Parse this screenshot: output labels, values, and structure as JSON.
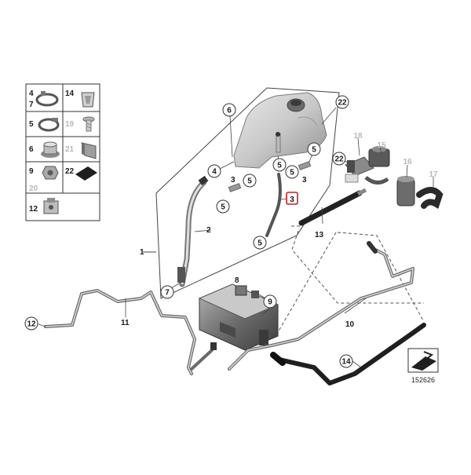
{
  "legend": {
    "cells": [
      {
        "top": "4",
        "bottom": "7",
        "icon": "hose-clamp-icon"
      },
      {
        "top": "14",
        "icon": "clip-icon"
      },
      {
        "top": "5",
        "icon": "band-clamp-icon"
      },
      {
        "top": "19",
        "icon": "screw-icon",
        "dim": true
      },
      {
        "top": "6",
        "icon": "grommet-icon"
      },
      {
        "top": "21",
        "icon": "bracket-icon",
        "dim": true
      },
      {
        "top": "9",
        "icon": "nut-icon"
      },
      {
        "top": "22",
        "icon": "pad-icon"
      },
      {
        "top": "20",
        "icon": "empty",
        "dim": true
      },
      {
        "top": "12",
        "icon": "holder-icon"
      }
    ]
  },
  "callouts": {
    "c6": "6",
    "c22a": "22",
    "c4": "4",
    "c5a": "5",
    "c5b": "5",
    "c5c": "5",
    "c5d": "5",
    "c5e": "5",
    "c7": "7",
    "c12": "12",
    "c14": "14",
    "c9": "9",
    "c22b": "22",
    "c18": "18",
    "c15": "15",
    "c16": "16",
    "c17": "17"
  },
  "labels": {
    "l1": "1",
    "l2": "2",
    "l3a": "3",
    "l3b": "3",
    "l3c": "3",
    "l8": "8",
    "l10": "10",
    "l11": "11",
    "l13": "13"
  },
  "diagram_code": "152626"
}
